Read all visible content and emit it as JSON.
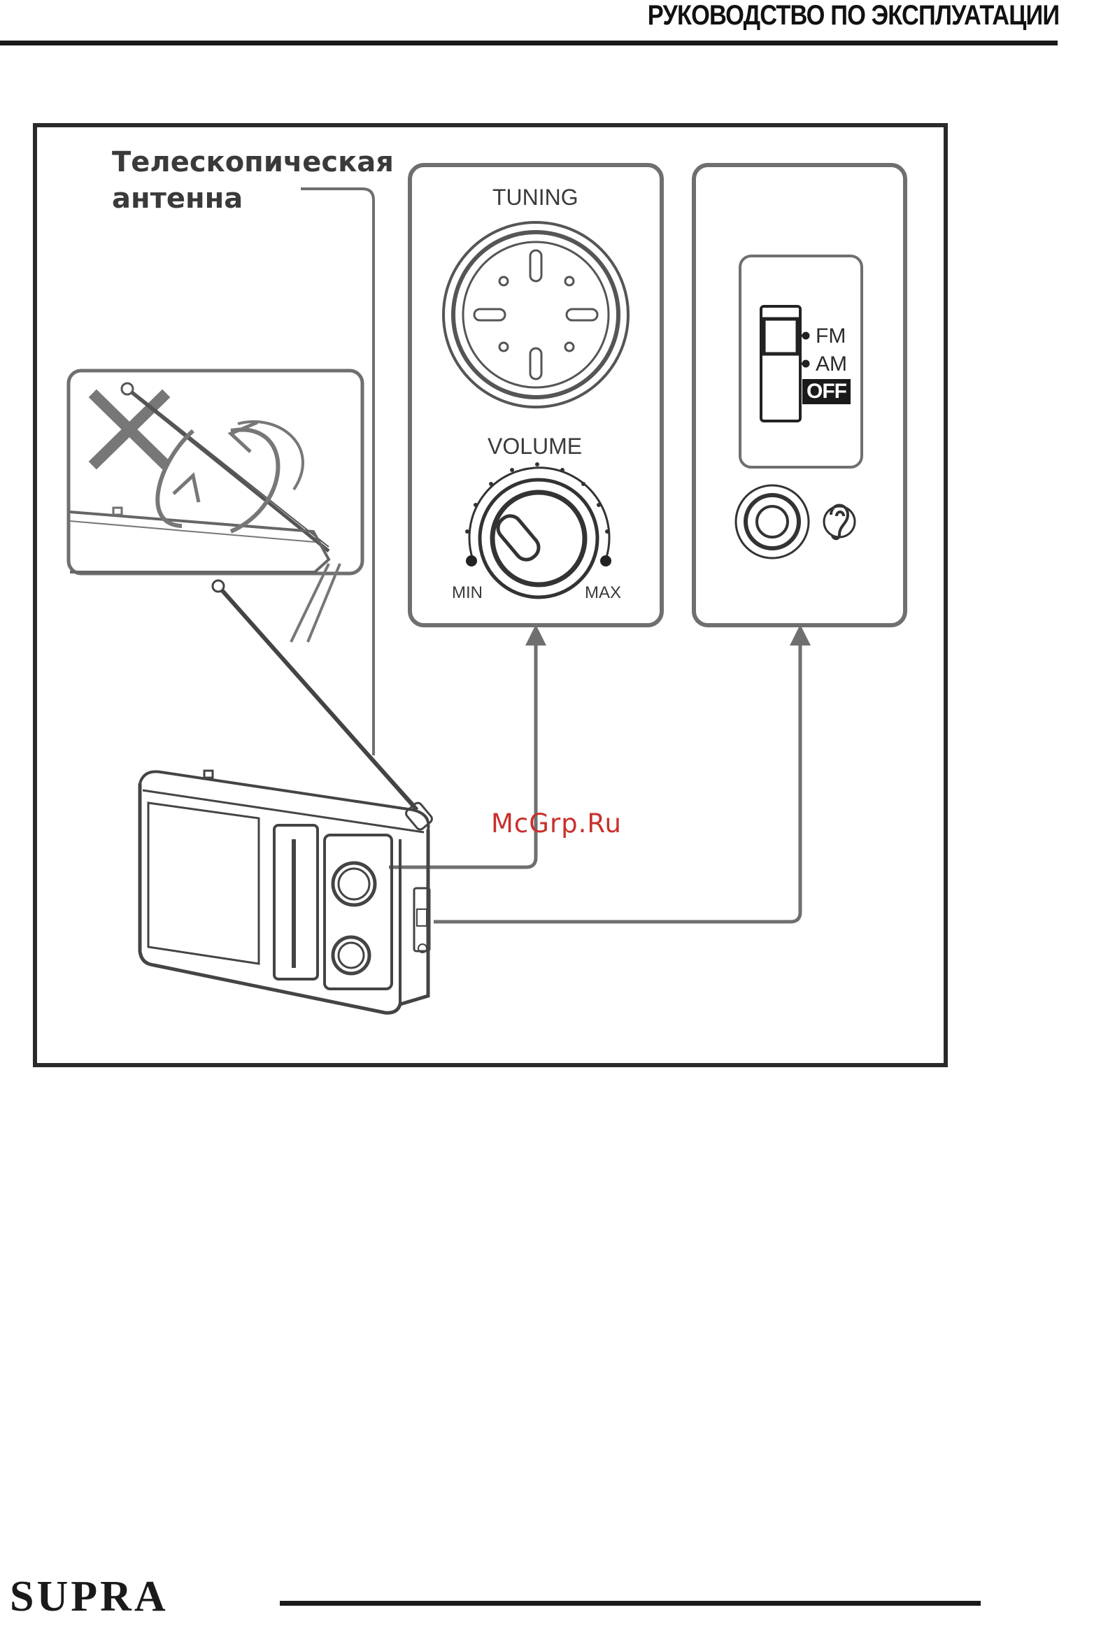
{
  "header": {
    "title": "РУКОВОДСТВО ПО ЭКСПЛУАТАЦИИ"
  },
  "figure": {
    "antenna_label": "Телескопическая\nантенна",
    "tuning_label": "TUNING",
    "volume_label": "VOLUME",
    "volume_min": "MIN",
    "volume_max": "MAX",
    "band_switch": {
      "fm": "FM",
      "am": "AM",
      "off": "OFF"
    },
    "icons": [
      "antenna-rotation-illustration",
      "no-x-icon",
      "tuning-knob-icon",
      "volume-knob-icon",
      "band-switch-icon",
      "headphone-jack-icon",
      "ear-icon",
      "radio-illustration"
    ]
  },
  "watermark": "McGrp.Ru",
  "footer": {
    "brand": "SUPRA"
  },
  "colors": {
    "line": "#6f6f6f",
    "ink": "#1a1a1a",
    "watermark": "#c9302c"
  }
}
